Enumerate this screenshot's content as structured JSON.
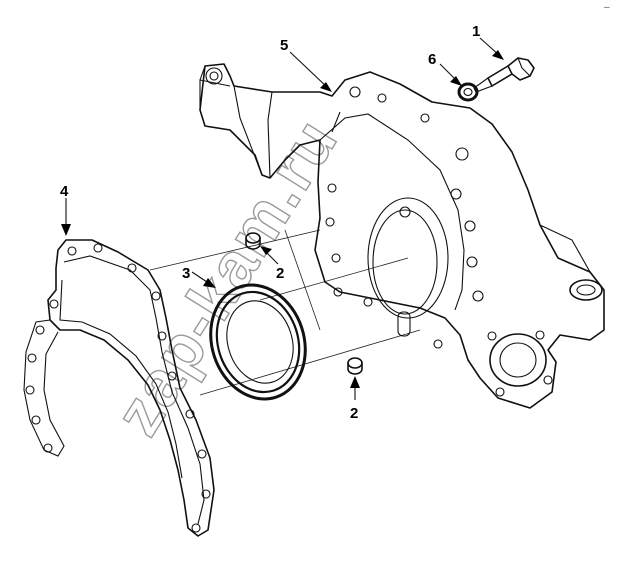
{
  "diagram": {
    "callouts": {
      "c1": "1",
      "c2a": "2",
      "c2b": "2",
      "c3": "3",
      "c4": "4",
      "c5": "5",
      "c6": "6"
    },
    "watermark": "zap-kam.ru",
    "corner_mark": "–"
  }
}
